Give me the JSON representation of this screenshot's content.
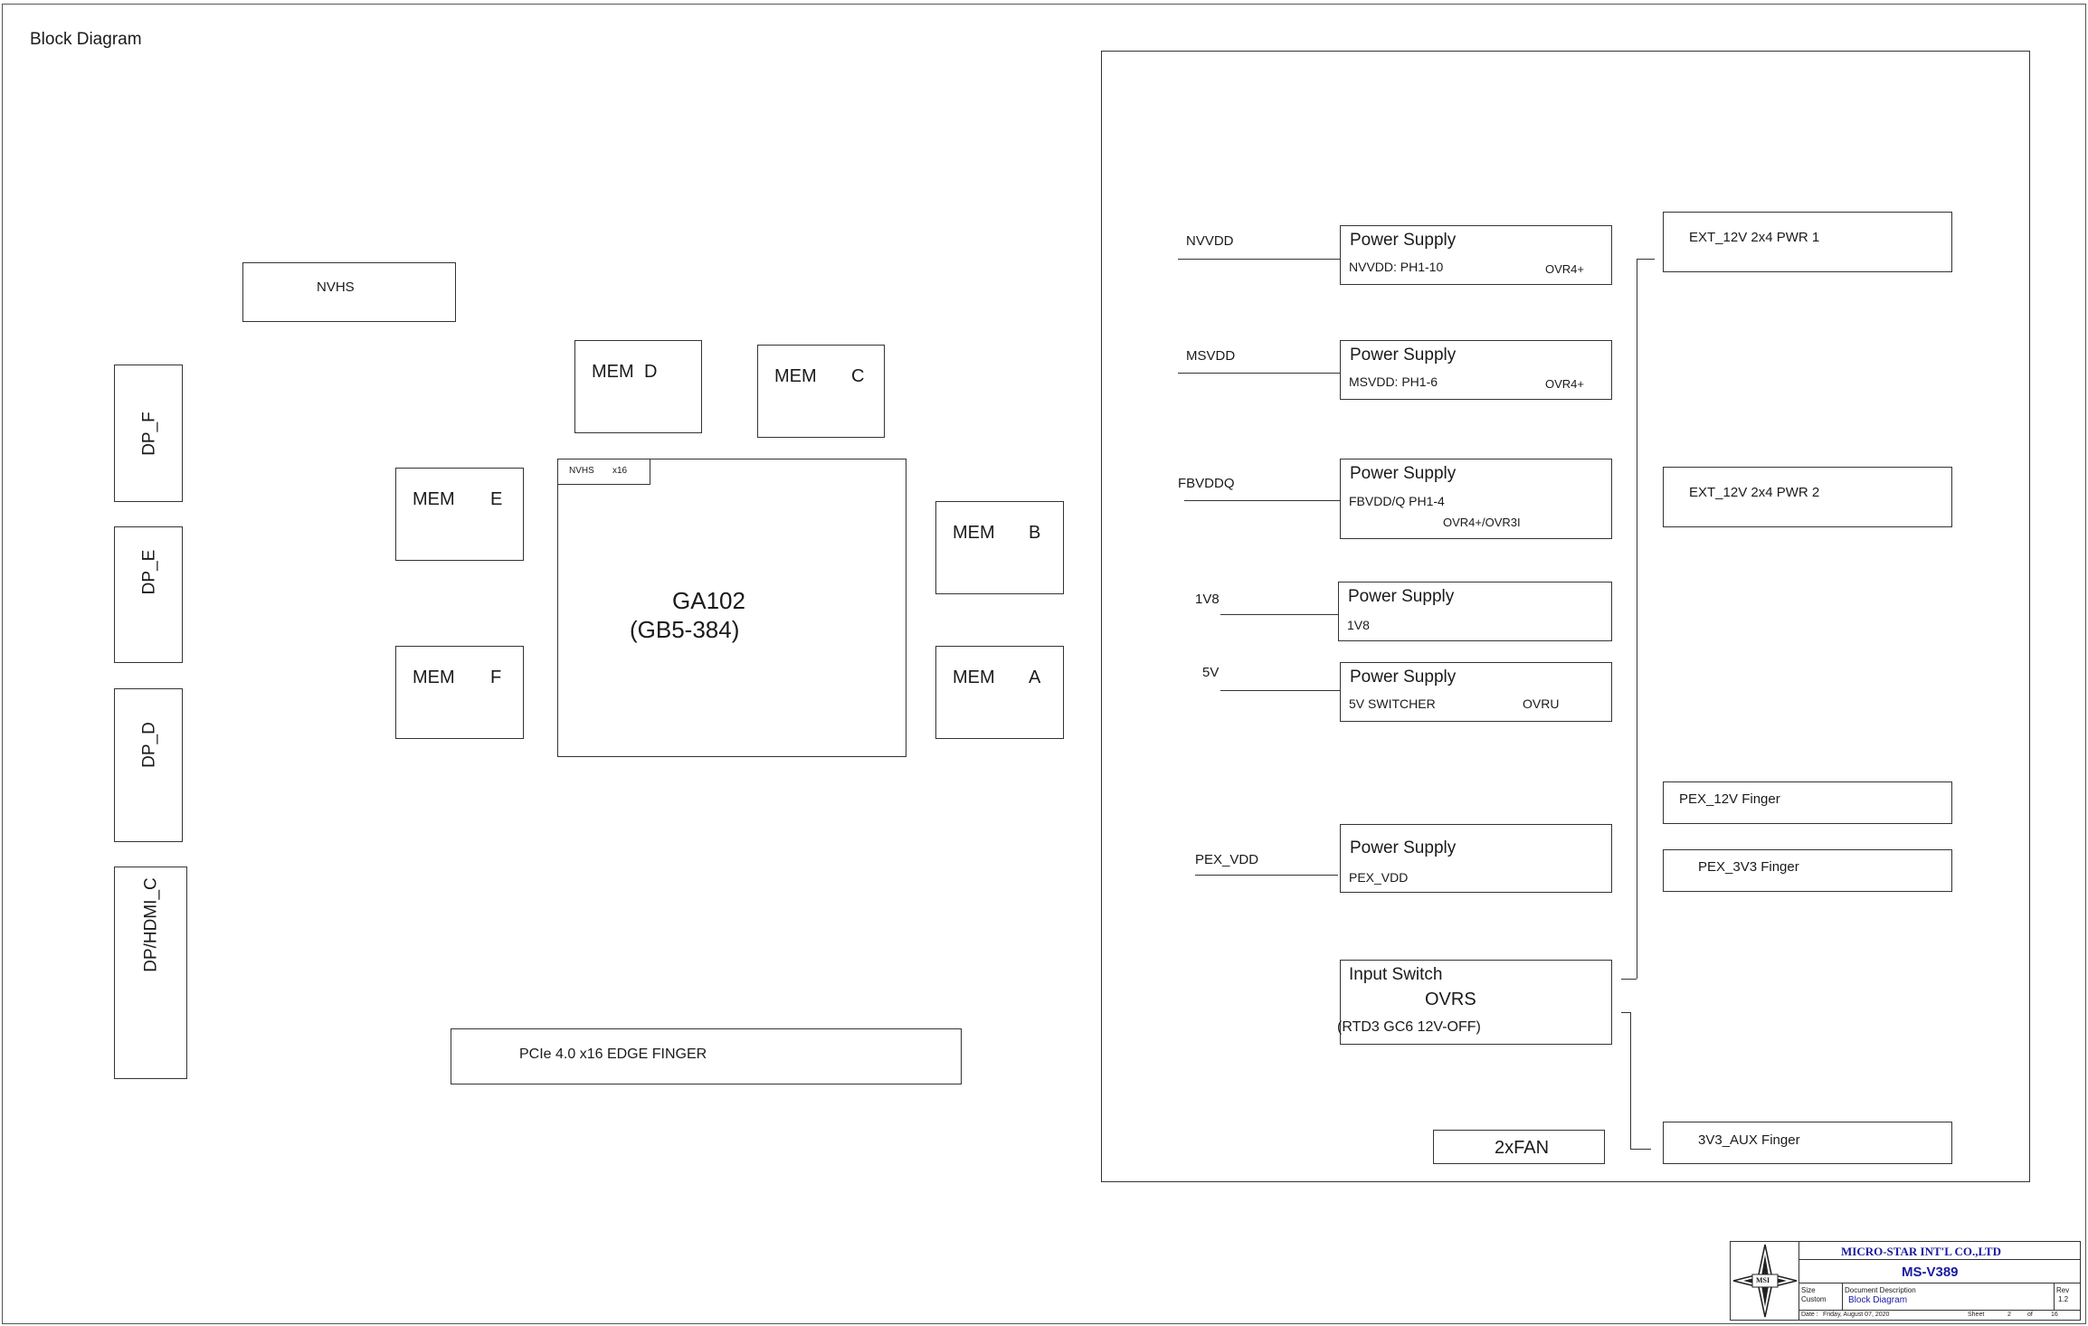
{
  "title": "Block Diagram",
  "nvhs": "NVHS",
  "dp": [
    "DP_F",
    "DP_E",
    "DP_D",
    "DP/HDMI_C"
  ],
  "mem": {
    "d": [
      "MEM",
      "D"
    ],
    "c": [
      "MEM",
      "C"
    ],
    "e": [
      "MEM",
      "E"
    ],
    "f": [
      "MEM",
      "F"
    ],
    "b": [
      "MEM",
      "B"
    ],
    "a": [
      "MEM",
      "A"
    ]
  },
  "gpu": {
    "name": "GA102",
    "sub": "(GB5-384)",
    "tab_left": "NVHS",
    "tab_right": "x16"
  },
  "pcie": "PCIe 4.0 x16 EDGE FINGER",
  "power": [
    {
      "rail": "NVVDD",
      "title": "Power Supply",
      "desc": "NVVDD: PH1-10",
      "ctrl": "OVR4+"
    },
    {
      "rail": "MSVDD",
      "title": "Power Supply",
      "desc": "MSVDD: PH1-6",
      "ctrl": "OVR4+"
    },
    {
      "rail": "FBVDDQ",
      "title": "Power Supply",
      "desc": "FBVDD/Q PH1-4",
      "ctrl": "OVR4+/OVR3I"
    },
    {
      "rail": "1V8",
      "title": "Power Supply",
      "desc": "1V8",
      "ctrl": ""
    },
    {
      "rail": "5V",
      "title": "Power Supply",
      "desc": "5V  SWITCHER",
      "ctrl": "OVRU"
    },
    {
      "rail": "PEX_VDD",
      "title": "Power Supply",
      "desc": "PEX_VDD",
      "ctrl": ""
    }
  ],
  "input_switch": {
    "title": "Input Switch",
    "ctrl": "OVRS",
    "note": "(RTD3  GC6  12V-OFF)"
  },
  "fan": "2xFAN",
  "inputs": [
    "EXT_12V 2x4 PWR 1",
    "EXT_12V 2x4 PWR 2",
    "PEX_12V  Finger",
    "PEX_3V3  Finger",
    "3V3_AUX  Finger"
  ],
  "title_block": {
    "company": "MICRO-STAR INT'L CO.,LTD",
    "model": "MS-V389",
    "logo": "MSI",
    "size_label": "Size",
    "size_value": "Custom",
    "doc_label": "Document  Description",
    "doc_value": "Block Diagram",
    "rev_label": "Rev",
    "rev_value": "1.2",
    "date_label": "Date :",
    "date_value": "Friday, August 07, 2020",
    "sheet_label": "Sheet",
    "sheet_value": "2",
    "of_label": "of",
    "of_value": "16"
  },
  "colors": {
    "line": "#333333",
    "title_block_text": "#1a1aa0"
  }
}
